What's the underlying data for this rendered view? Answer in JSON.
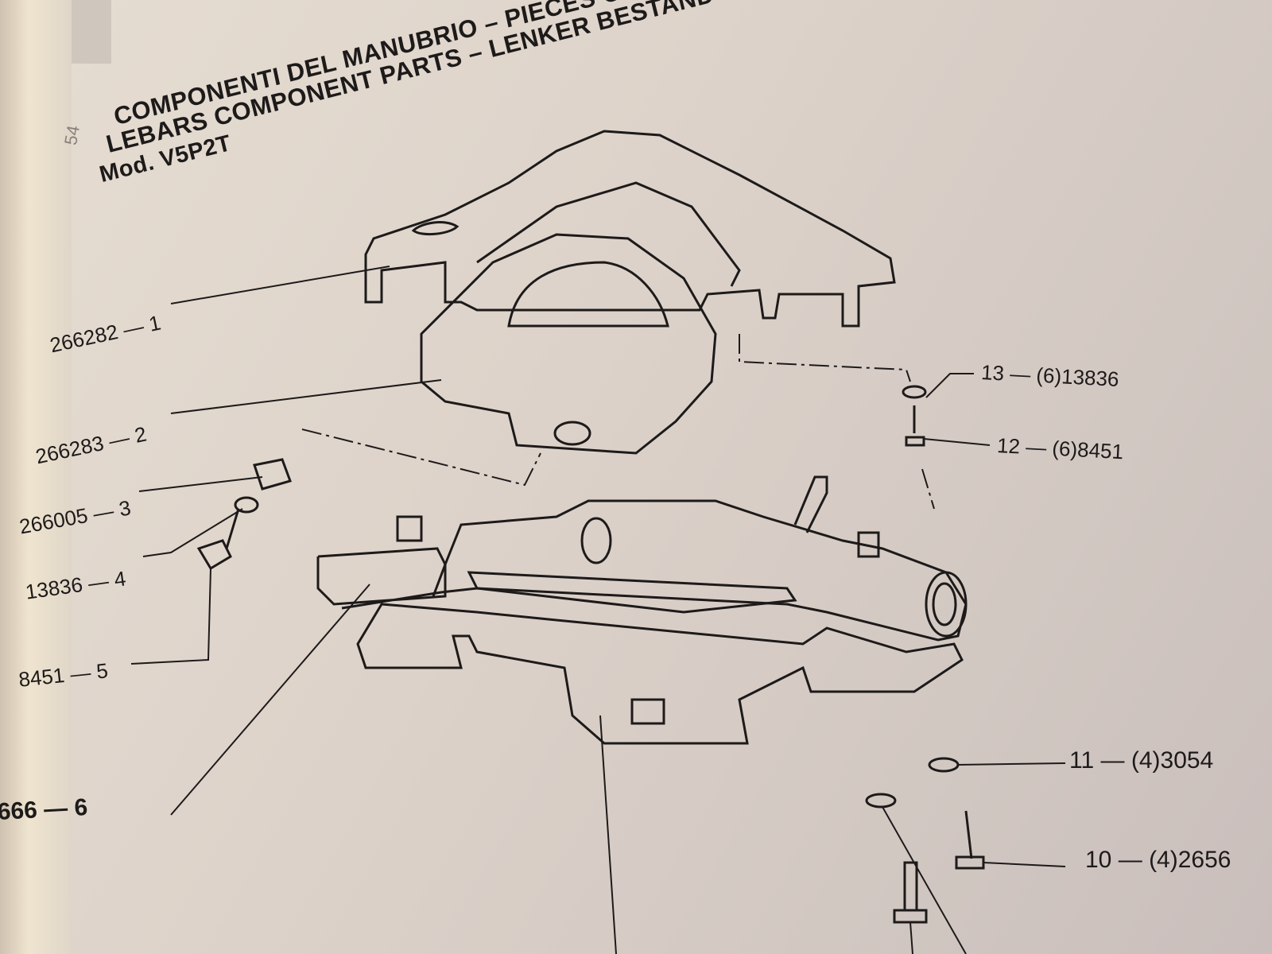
{
  "page_number": "54",
  "title": {
    "line1": "COMPONENTI DEL MANUBRIO – PIECES COMPOSANT LE GUIDON – HAND-",
    "line2": "LEBARS COMPONENT PARTS – LENKER BESTANDTEILE",
    "model": "Mod. V5P2T"
  },
  "callouts_left": [
    {
      "code": "266282",
      "ref": "1"
    },
    {
      "code": "266283",
      "ref": "2"
    },
    {
      "code": "266005",
      "ref": "3"
    },
    {
      "code": "13836",
      "ref": "4"
    },
    {
      "code": "8451",
      "ref": "5"
    },
    {
      "code": "666",
      "ref": "6"
    }
  ],
  "callouts_right": [
    {
      "ref": "13",
      "code": "(6)13836"
    },
    {
      "ref": "12",
      "code": "(6)8451"
    },
    {
      "ref": "11",
      "code": "(4)3054"
    },
    {
      "ref": "10",
      "code": "(4)2656"
    }
  ],
  "dash": "—"
}
